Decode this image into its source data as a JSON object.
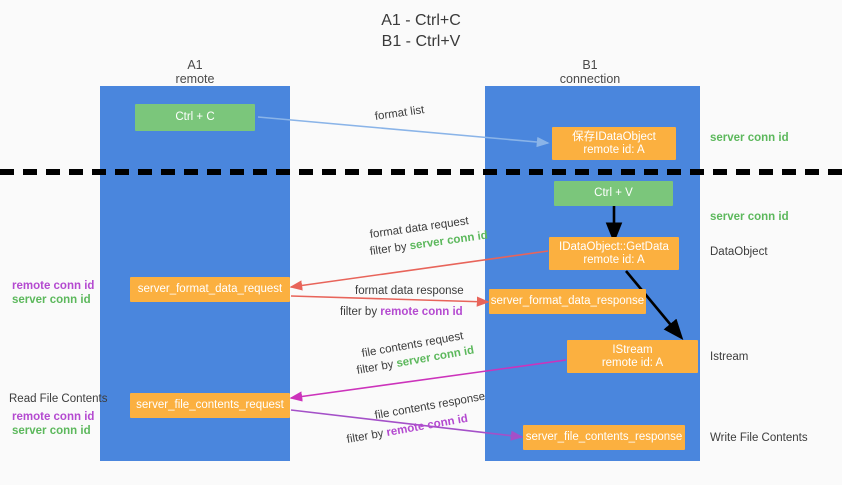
{
  "title": {
    "line1": "A1 - Ctrl+C",
    "line2": "B1 - Ctrl+V"
  },
  "lanes": [
    {
      "id": "a1",
      "name": "A1",
      "sub": "remote"
    },
    {
      "id": "b1",
      "name": "B1",
      "sub": "connection"
    }
  ],
  "nodes": {
    "ctrl_c": {
      "l1": "Ctrl + C",
      "l2": ""
    },
    "save_idataobject": {
      "l1": "保存IDataObject",
      "l2": "remote id: A"
    },
    "ctrl_v": {
      "l1": "Ctrl + V",
      "l2": ""
    },
    "getdata": {
      "l1": "IDataObject::GetData",
      "l2": "remote id: A"
    },
    "istream": {
      "l1": "IStream",
      "l2": "remote id: A"
    },
    "fmt_req": {
      "l1": "server_format_data_request",
      "l2": ""
    },
    "fmt_resp": {
      "l1": "server_format_data_response",
      "l2": ""
    },
    "file_req": {
      "l1": "server_file_contents_request",
      "l2": ""
    },
    "file_resp": {
      "l1": "server_file_contents_response",
      "l2": ""
    }
  },
  "edges": {
    "format_list": "format list",
    "format_data_request": "format data request",
    "format_data_response": "format data response",
    "file_contents_request": "file contents request",
    "file_contents_response": "file contents response",
    "filter_by": "filter by "
  },
  "tokens": {
    "server_conn_id": "server conn id",
    "remote_conn_id": "remote conn id"
  },
  "annotations": {
    "dataobject": "DataObject",
    "istream": "Istream",
    "write_file_contents": "Write File Contents",
    "read_file_contents": "Read File Contents"
  },
  "colors": {
    "lane": "#4a86dd",
    "green_node": "#7bc67b",
    "orange_node": "#fbb040",
    "green_text": "#5cb85c",
    "purple_text": "#b44ad0",
    "blue_arrow": "#8ab4e8",
    "red_arrow": "#e8645a",
    "magenta_arrow": "#cc33bb",
    "purple_arrow": "#a450c8",
    "black_arrow": "#000000",
    "background": "#fafafa"
  }
}
